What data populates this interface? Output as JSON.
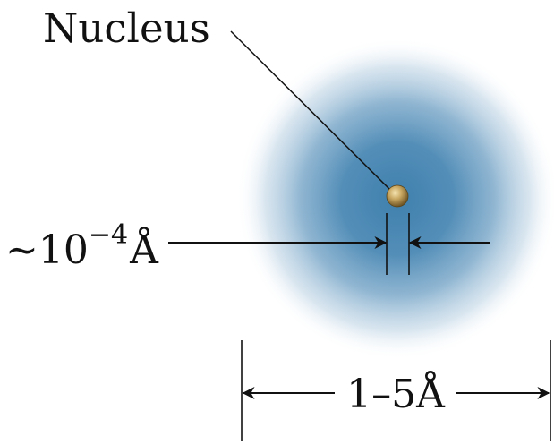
{
  "diagram": {
    "nucleus_label": "Nucleus",
    "nucleus_size": {
      "prefix": "~10",
      "exponent": "−4",
      "unit": "Å"
    },
    "atom_size": {
      "label": "1–5Å"
    },
    "colors": {
      "electron_cloud": "#4a88b4",
      "nucleus_fill": "#b89a55",
      "ink": "#111111"
    }
  }
}
